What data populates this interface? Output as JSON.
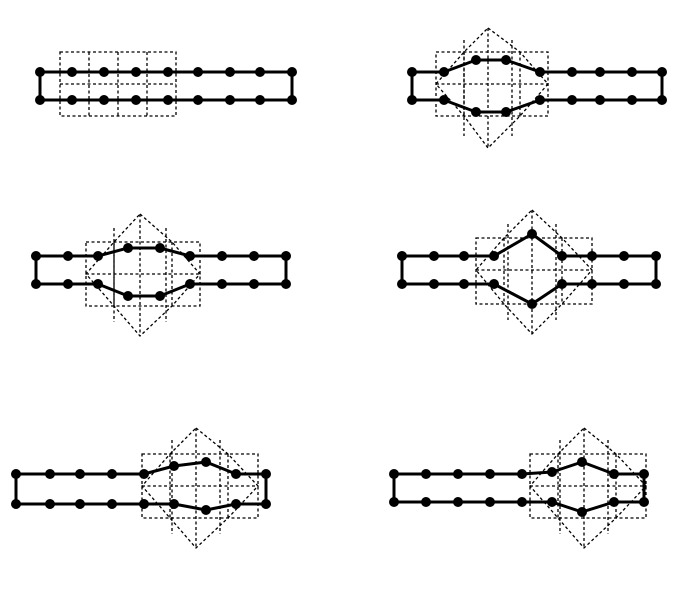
{
  "figure": {
    "panels": [
      {
        "id": "a",
        "top_nodes": 9,
        "bottom_nodes": 9,
        "window_start_node": 2,
        "window_size": 4,
        "distortion": "none"
      },
      {
        "id": "b",
        "top_nodes": 9,
        "bottom_nodes": 9,
        "window_start_node": 2,
        "window_size": 4,
        "distortion": "bulge"
      },
      {
        "id": "c",
        "top_nodes": 9,
        "bottom_nodes": 9,
        "window_start_node": 3,
        "window_size": 4,
        "distortion": "bulge"
      },
      {
        "id": "d",
        "top_nodes": 9,
        "bottom_nodes": 9,
        "window_start_node": 4,
        "window_size": 4,
        "distortion": "bulge-peaked"
      },
      {
        "id": "e",
        "top_nodes": 9,
        "bottom_nodes": 9,
        "window_start_node": 6,
        "window_size": 4,
        "distortion": "bulge"
      },
      {
        "id": "f",
        "top_nodes": 9,
        "bottom_nodes": 9,
        "window_start_node": 6,
        "window_size": 4,
        "distortion": "bulge"
      }
    ]
  }
}
